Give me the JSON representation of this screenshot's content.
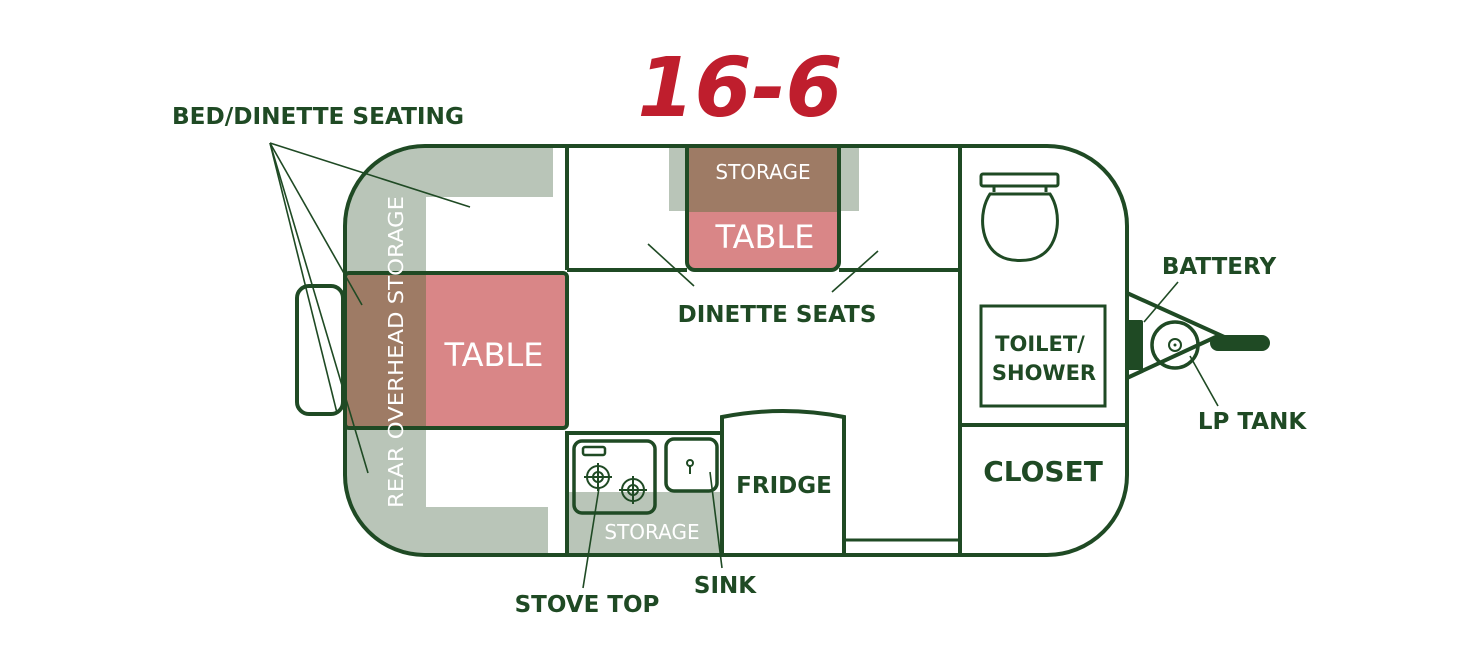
{
  "title": "16-6",
  "colors": {
    "outline": "#1f4a24",
    "label": "#1f4a24",
    "title": "#bf1e2d",
    "seating": "#b9c5b8",
    "storage": "#9e7b65",
    "table": "#d98687",
    "white_text": "#ffffff"
  },
  "callouts": {
    "bed_dinette_seating": "BED/DINETTE SEATING",
    "dinette_seats": "DINETTE SEATS",
    "battery": "BATTERY",
    "lp_tank": "LP TANK",
    "stove_top": "STOVE TOP",
    "sink": "SINK"
  },
  "rooms": {
    "rear_table": "TABLE",
    "front_table": "TABLE",
    "dinette_storage": "STORAGE",
    "rear_overhead_storage": "REAR OVERHEAD STORAGE",
    "galley_storage": "STORAGE",
    "fridge": "FRIDGE",
    "toilet_line1": "TOILET/",
    "toilet_line2": "SHOWER",
    "closet": "CLOSET"
  },
  "icons": [
    "toilet-icon",
    "stove-burner-icon",
    "sink-faucet-icon",
    "lp-tank-icon",
    "battery-icon",
    "tongue-hitch-icon",
    "spare-tire-icon"
  ]
}
